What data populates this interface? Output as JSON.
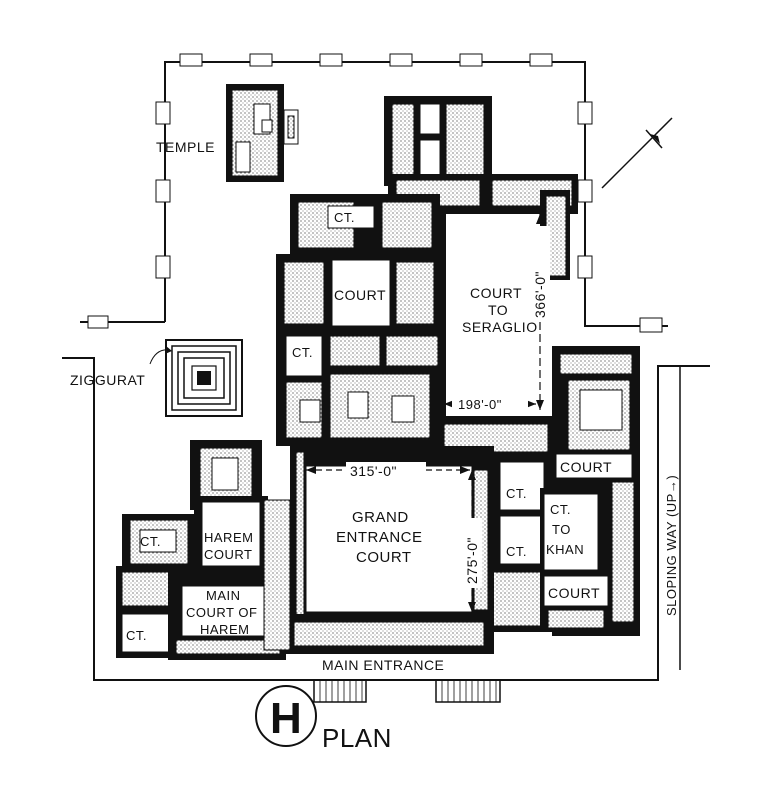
{
  "labels": {
    "temple": "TEMPLE",
    "ct_top": "CT.",
    "court_upper": "COURT",
    "court_seraglio_1": "COURT",
    "court_seraglio_2": "TO",
    "court_seraglio_3": "SERAGLIO",
    "ct_left": "CT.",
    "ziggurat": "ZIGGURAT",
    "court_right": "COURT",
    "grand_1": "GRAND",
    "grand_2": "ENTRANCE",
    "grand_3": "COURT",
    "ct_mid1": "CT.",
    "ct_mid2": "CT.",
    "ct_khan_1": "CT.",
    "ct_khan_2": "TO",
    "ct_khan_3": "KHAN",
    "court_low_right": "COURT",
    "ct_harem": "CT.",
    "harem_court_1": "HAREM",
    "harem_court_2": "COURT",
    "main_harem_1": "MAIN",
    "main_harem_2": "COURT OF",
    "main_harem_3": "HAREM",
    "ct_bottom_left": "CT.",
    "main_entrance": "MAIN ENTRANCE",
    "sloping_way": "SLOPING WAY (UP→)",
    "plan_letter": "H",
    "plan_title": "PLAN"
  },
  "dimensions": {
    "d366": "366'-0\"",
    "d198": "198'-0\"",
    "d315": "315'-0\"",
    "d275": "275'-0\""
  },
  "colors": {
    "ink": "#111111",
    "paper": "#ffffff"
  },
  "icons": {
    "north_arrow": "north-arrow-icon"
  }
}
